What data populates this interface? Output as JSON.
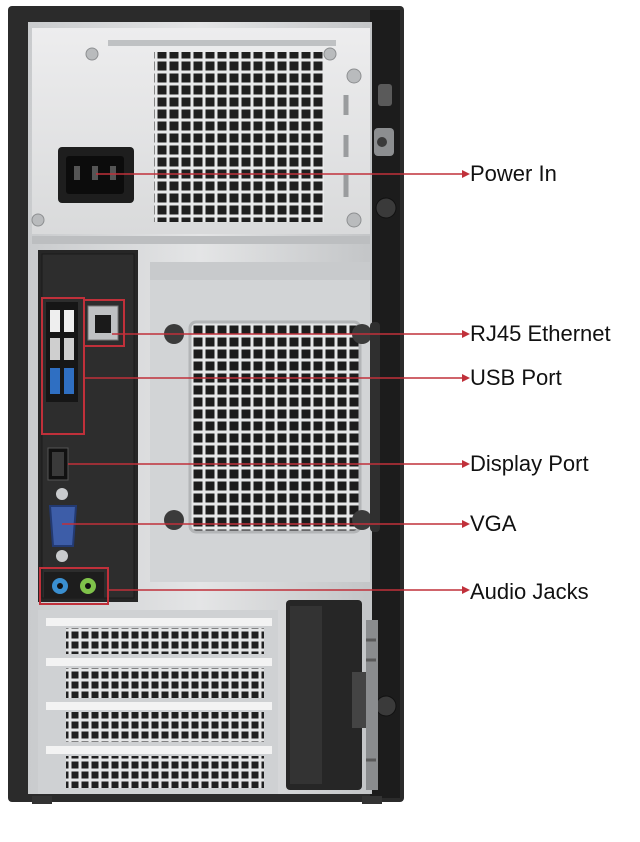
{
  "diagram": {
    "labels": {
      "power_in": "Power In",
      "rj45_ethernet": "RJ45 Ethernet",
      "usb_port": "USB Port",
      "display_port": "Display Port",
      "vga": "VGA",
      "audio_jacks": "Audio Jacks"
    },
    "colors": {
      "callout_line": "#c0303a",
      "chassis_frame": "#2b2b2b",
      "panel_silver": "#d6d8da",
      "io_plate": "#262626",
      "usb3_blue": "#2f6fc2",
      "audio_blue": "#3a8fd0",
      "audio_green": "#7fc24a",
      "vga_blue": "#3d5da8"
    }
  }
}
